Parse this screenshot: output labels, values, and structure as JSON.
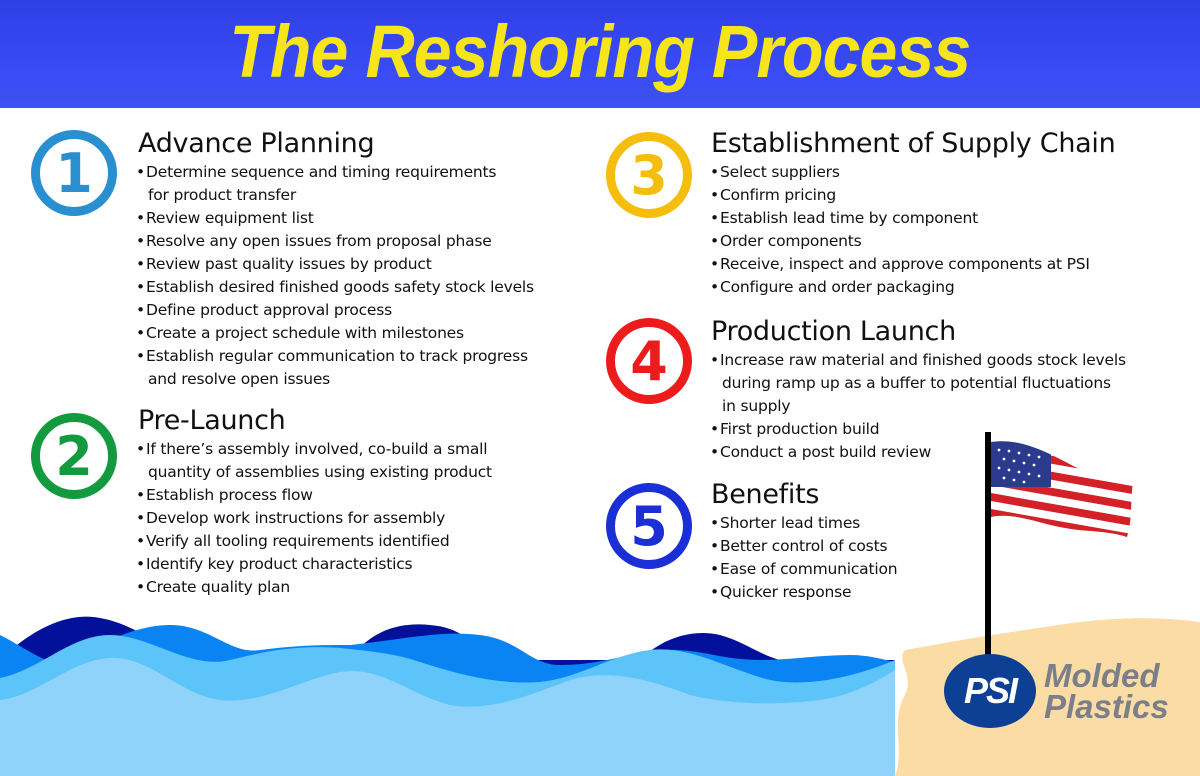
{
  "header": {
    "title": "The Reshoring Process",
    "bg_color": "#3a4cf5",
    "title_color": "#f7e51c"
  },
  "sections": [
    {
      "number": "1",
      "color": "#2a8fd0",
      "title": "Advance Planning",
      "bullets": [
        [
          "Determine sequence and timing requirements",
          "for product transfer"
        ],
        [
          "Review equipment list"
        ],
        [
          "Resolve any open issues from proposal phase"
        ],
        [
          "Review past quality issues by product"
        ],
        [
          "Establish desired finished goods safety stock levels"
        ],
        [
          "Define product approval process"
        ],
        [
          "Create a project schedule with milestones"
        ],
        [
          "Establish regular communication to track progress",
          "and resolve open issues"
        ]
      ]
    },
    {
      "number": "2",
      "color": "#139a3f",
      "title": "Pre-Launch",
      "bullets": [
        [
          "If there’s assembly involved, co-build a small",
          "quantity of assemblies using existing product"
        ],
        [
          "Establish process flow"
        ],
        [
          "Develop work instructions for assembly"
        ],
        [
          "Verify all tooling requirements identified"
        ],
        [
          "Identify key product characteristics"
        ],
        [
          "Create quality plan"
        ]
      ]
    },
    {
      "number": "3",
      "color": "#f5bd0c",
      "title": "Establishment of Supply Chain",
      "bullets": [
        [
          "Select suppliers"
        ],
        [
          "Confirm pricing"
        ],
        [
          "Establish lead time by component"
        ],
        [
          "Order components"
        ],
        [
          "Receive, inspect and approve components at PSI"
        ],
        [
          "Configure and order packaging"
        ]
      ]
    },
    {
      "number": "4",
      "color": "#ec1c1c",
      "title": "Production Launch",
      "bullets": [
        [
          "Increase raw material and finished goods stock levels",
          "during ramp up as a buffer to potential fluctuations",
          "in supply"
        ],
        [
          "First production build"
        ],
        [
          "Conduct a post build review"
        ]
      ]
    },
    {
      "number": "5",
      "color": "#1b2fd6",
      "title": "Benefits",
      "bullets": [
        [
          "Shorter lead times"
        ],
        [
          "Better control of costs"
        ],
        [
          "Ease of communication"
        ],
        [
          "Quicker response"
        ]
      ]
    }
  ],
  "bullet_char": "•",
  "logo": {
    "badge": "PSI",
    "line1": "Molded",
    "line2": "Plastics"
  },
  "decor": {
    "flag": "us-flag",
    "wave_colors": [
      "#03109a",
      "#0a84f2",
      "#5cc4f8",
      "#8fd3fb"
    ],
    "sand_color": "#fbdca4"
  }
}
